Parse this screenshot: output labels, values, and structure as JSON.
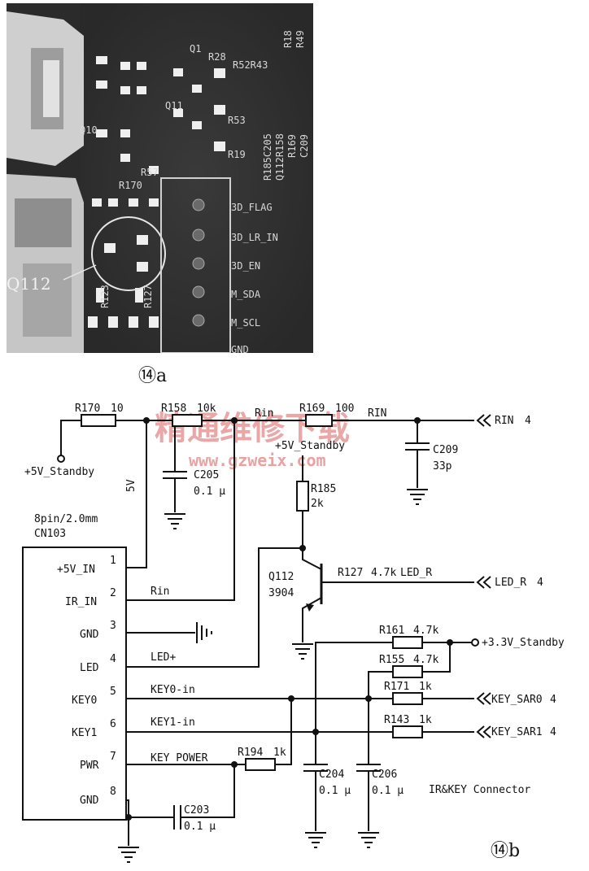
{
  "figure_a": {
    "label": "⑭a",
    "callout": "Q112",
    "components": [
      "Q1",
      "R28",
      "R18",
      "R49",
      "R52R43",
      "Q11",
      "R53",
      "R19",
      "Q10",
      "R57",
      "R170",
      "R185C205",
      "Q112R158",
      "R169",
      "C209",
      "R123",
      "R127"
    ],
    "connector_labels": [
      "3D_FLAG",
      "3D_LR_IN",
      "3D_EN",
      "M_SDA",
      "M_SCL",
      "GND"
    ]
  },
  "figure_b": {
    "label": "⑭b",
    "title": "IR&KEY Connector",
    "connector": {
      "type": "8pin/2.0mm",
      "ref": "CN103",
      "pins": [
        {
          "num": "1",
          "name": "+5V_IN",
          "net": ""
        },
        {
          "num": "2",
          "name": "IR_IN",
          "net": "Rin"
        },
        {
          "num": "3",
          "name": "GND",
          "net": ""
        },
        {
          "num": "4",
          "name": "LED",
          "net": "LED+"
        },
        {
          "num": "5",
          "name": "KEY0",
          "net": "KEY0-in"
        },
        {
          "num": "6",
          "name": "KEY1",
          "net": "KEY1-in"
        },
        {
          "num": "7",
          "name": "PWR",
          "net": "KEY POWER"
        },
        {
          "num": "8",
          "name": "GND",
          "net": ""
        }
      ]
    },
    "resistors": [
      {
        "ref": "R170",
        "value": "10"
      },
      {
        "ref": "R158",
        "value": "10k"
      },
      {
        "ref": "R169",
        "value": "100"
      },
      {
        "ref": "R185",
        "value": "2k"
      },
      {
        "ref": "R127",
        "value": "4.7k"
      },
      {
        "ref": "R161",
        "value": "4.7k"
      },
      {
        "ref": "R155",
        "value": "4.7k"
      },
      {
        "ref": "R171",
        "value": "1k"
      },
      {
        "ref": "R143",
        "value": "1k"
      },
      {
        "ref": "R194",
        "value": "1k"
      }
    ],
    "capacitors": [
      {
        "ref": "C205",
        "value": "0.1 μ"
      },
      {
        "ref": "C209",
        "value": "33p"
      },
      {
        "ref": "C204",
        "value": "0.1 μ"
      },
      {
        "ref": "C206",
        "value": "0.1 μ"
      },
      {
        "ref": "C203",
        "value": "0.1 μ"
      }
    ],
    "transistor": {
      "ref": "Q112",
      "part": "3904"
    },
    "nets": {
      "standby5": "+5V_Standby",
      "standby33": "+3.3V_Standby",
      "v5": "5V",
      "rin_mid": "Rin",
      "rin": "RIN",
      "led_r": "LED_R"
    },
    "offpage": [
      {
        "name": "RIN",
        "page": "4"
      },
      {
        "name": "LED_R",
        "page": "4"
      },
      {
        "name": "KEY_SAR0",
        "page": "4"
      },
      {
        "name": "KEY_SAR1",
        "page": "4"
      }
    ]
  },
  "watermark": {
    "cn": "精通维修下载",
    "url": "www.gzweix.com"
  }
}
